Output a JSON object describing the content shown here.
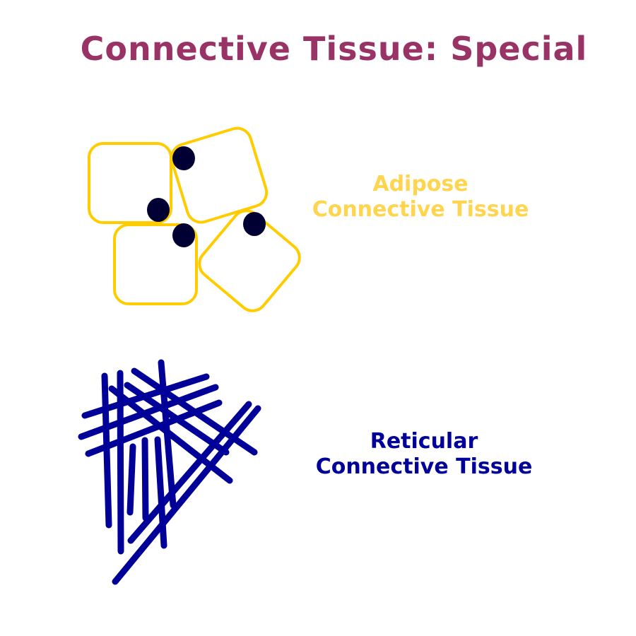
{
  "title": "Connective Tissue: Special",
  "adipose": {
    "line1": "Adipose",
    "line2": "Connective Tissue",
    "cell_color": "#ffcc00",
    "nucleus_color": "#000033"
  },
  "reticular": {
    "line1": "Reticular",
    "line2": "Connective Tissue",
    "fiber_color": "#000099"
  }
}
